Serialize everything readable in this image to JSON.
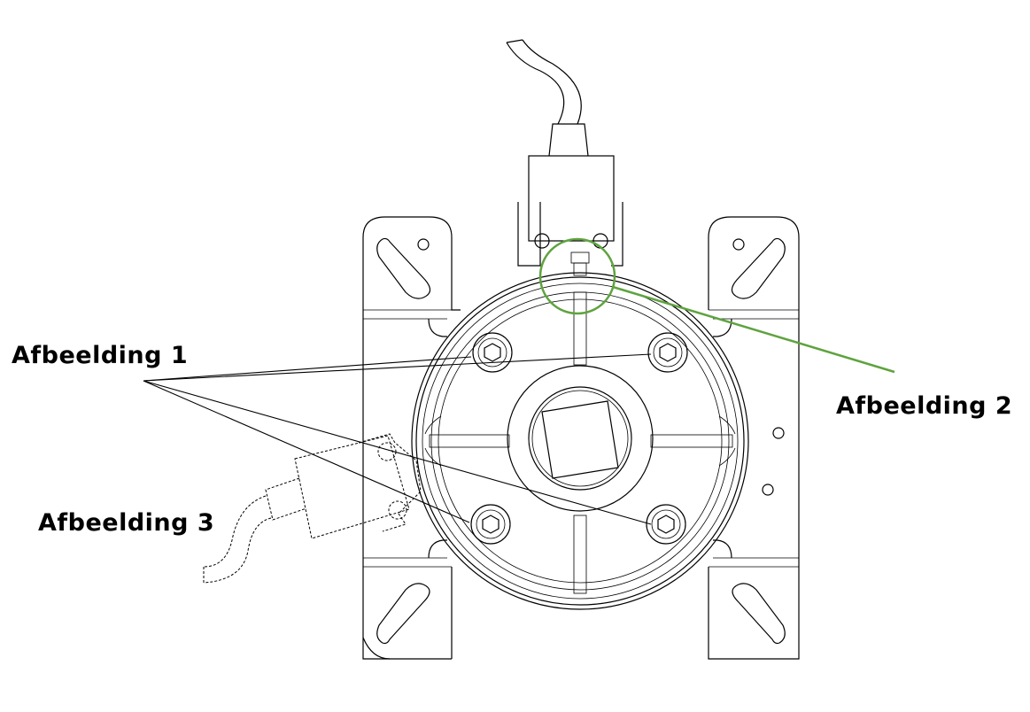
{
  "labels": {
    "label_1": "Afbeelding 1",
    "label_2": "Afbeelding 2",
    "label_3": "Afbeelding 3"
  },
  "colors": {
    "line": "#000000",
    "highlight": "#5fa33f",
    "background": "#ffffff"
  }
}
